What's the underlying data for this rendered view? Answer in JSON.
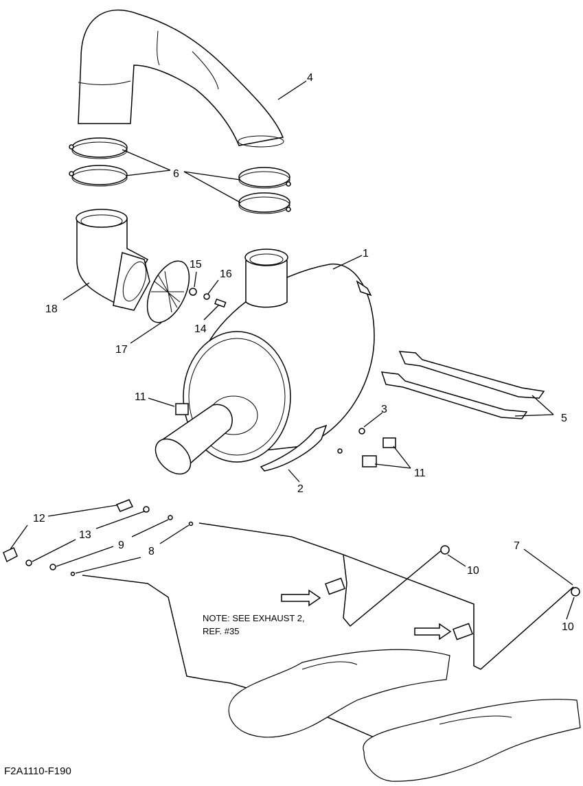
{
  "callouts": {
    "c1": "1",
    "c2": "2",
    "c3": "3",
    "c4": "4",
    "c5": "5",
    "c6": "6",
    "c7": "7",
    "c8": "8",
    "c9": "9",
    "c10a": "10",
    "c10b": "10",
    "c11a": "11",
    "c11b": "11",
    "c12": "12",
    "c13": "13",
    "c14": "14",
    "c15": "15",
    "c16": "16",
    "c17": "17",
    "c18": "18"
  },
  "note": {
    "line1": "NOTE: SEE EXHAUST 2,",
    "line2": "REF. #35"
  },
  "figure_id": "F2A1110-F190"
}
